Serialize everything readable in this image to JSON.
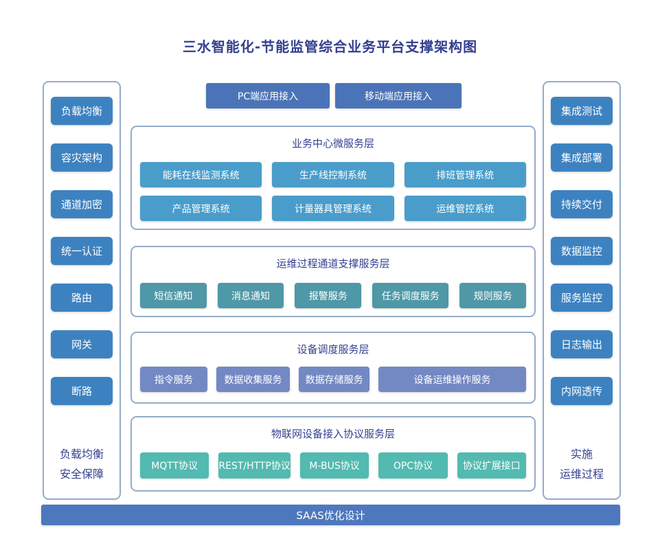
{
  "title": "三水智能化-节能监管综合业务平台支撑架构图",
  "colors": {
    "navy_text": "#333f8f",
    "border": "#94abc8",
    "sidebar_box": "#3d82c0",
    "access_button": "#4b74b8",
    "business_box": "#4a9dcb",
    "channel_box": "#4f98a7",
    "device_box": "#7389c4",
    "iot_box": "#52bab0",
    "bottom_bar": "#4e78bd",
    "box_text": "#ffffff",
    "background": "#ffffff"
  },
  "access": {
    "buttons": [
      "PC端应用接入",
      "移动端应用接入"
    ]
  },
  "left_sidebar": {
    "items": [
      "负载均衡",
      "容灾架构",
      "通道加密",
      "统一认证",
      "路由",
      "网关",
      "断路"
    ],
    "note_lines": [
      "负载均衡",
      "安全保障"
    ]
  },
  "right_sidebar": {
    "items": [
      "集成测试",
      "集成部署",
      "持续交付",
      "数据监控",
      "服务监控",
      "日志输出",
      "内网透传"
    ],
    "note_lines": [
      "实施",
      "运维过程"
    ]
  },
  "sections": {
    "business": {
      "title": "业务中心微服务层",
      "boxes": [
        "能耗在线监测系统",
        "生产线控制系统",
        "排班管理系统",
        "产品管理系统",
        "计量器具管理系统",
        "运维管控系统"
      ]
    },
    "channel": {
      "title": "运维过程通道支撑服务层",
      "boxes": [
        "短信通知",
        "消息通知",
        "报警服务",
        "任务调度服务",
        "规则服务"
      ]
    },
    "device": {
      "title": "设备调度服务层",
      "boxes": [
        "指令服务",
        "数据收集服务",
        "数据存储服务",
        "设备运维操作服务"
      ]
    },
    "iot": {
      "title": "物联网设备接入协议服务层",
      "boxes": [
        "MQTT协议",
        "REST/HTTP协议",
        "M-BUS协议",
        "OPC协议",
        "协议扩展接口"
      ]
    }
  },
  "bottom_bar": {
    "label": "SAAS优化设计"
  }
}
